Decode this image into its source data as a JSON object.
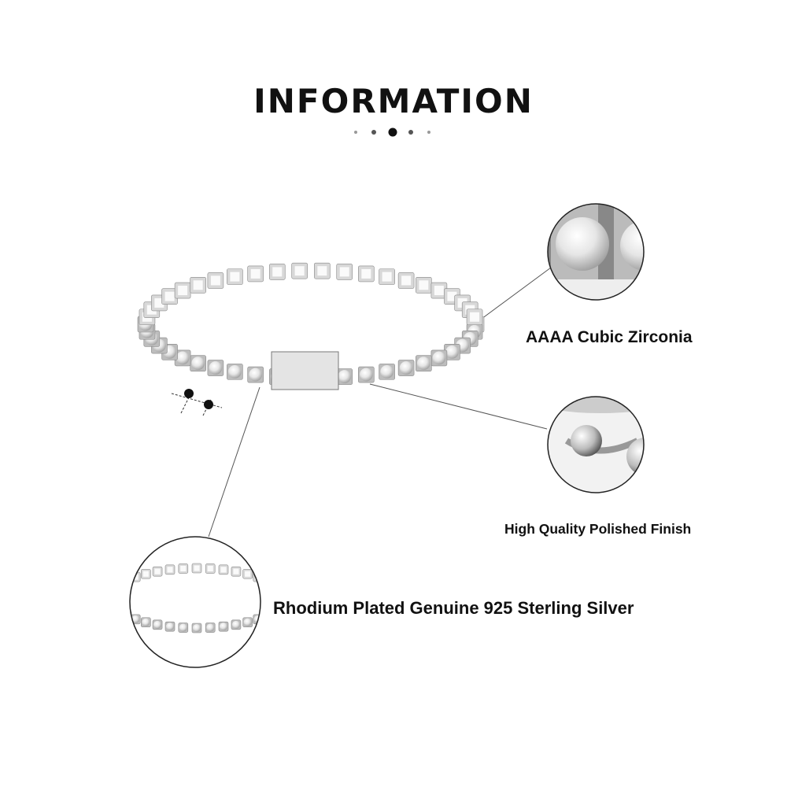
{
  "header": {
    "title": "INFORMATION"
  },
  "features": [
    {
      "label": "AAAA Cubic Zirconia",
      "detail": "stones-closeup"
    },
    {
      "label": "High Quality Polished Finish",
      "detail": "clasp-closeup"
    },
    {
      "label": "Rhodium Plated Genuine 925 Sterling Silver",
      "detail": "bracelet-closeup"
    }
  ],
  "colors": {
    "text": "#111111",
    "line": "#555555",
    "circle_border": "#222222",
    "silver": "#c9c9c9"
  }
}
